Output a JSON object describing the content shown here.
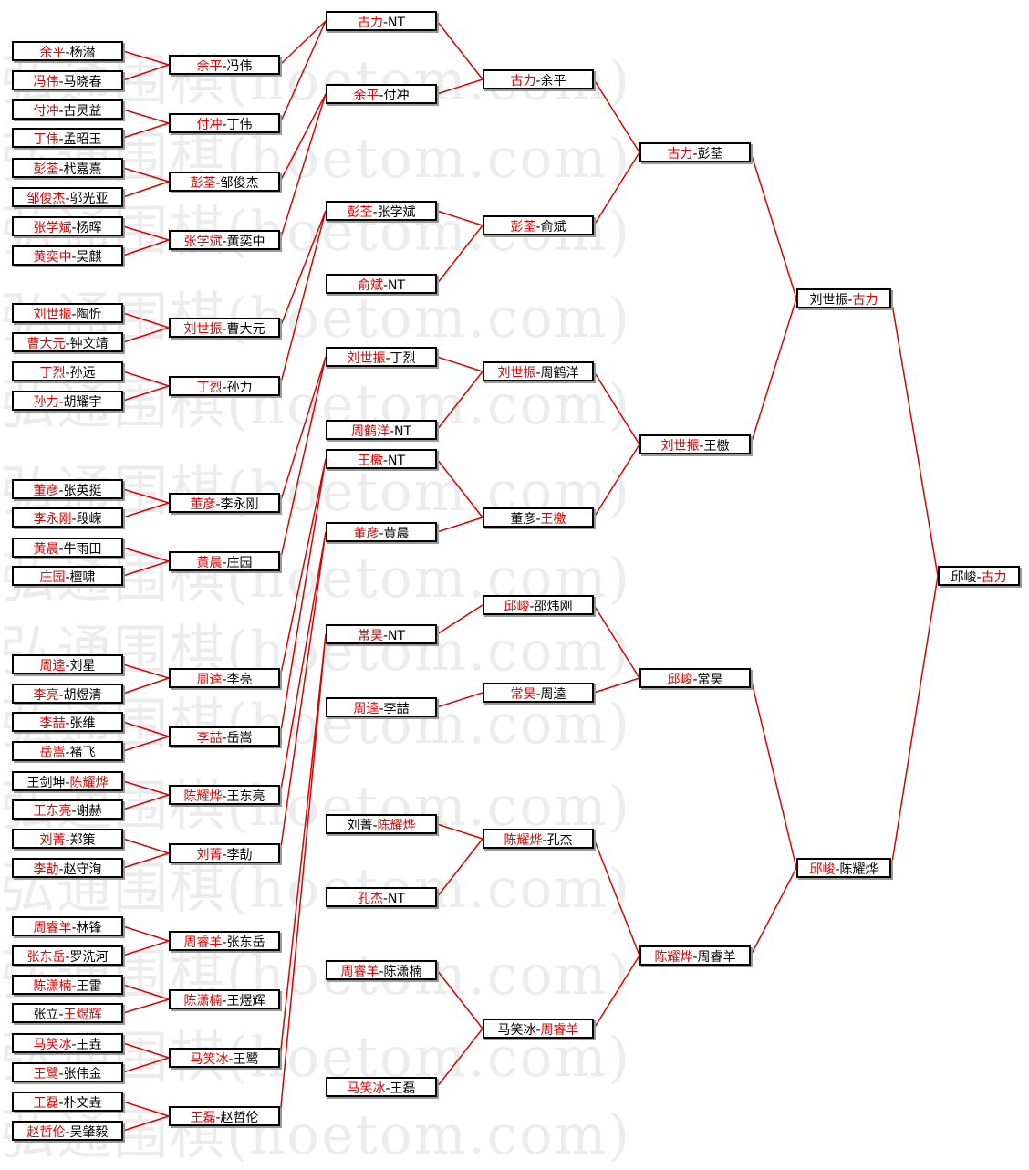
{
  "watermark": "弘通围棋(hoetom.com)",
  "colors": {
    "winner": "#e60000",
    "line": "#e00000"
  },
  "rounds": [
    [
      {
        "a": "余平",
        "b": "杨潜",
        "w": "a"
      },
      {
        "a": "冯伟",
        "b": "马晓春",
        "w": "a"
      },
      {
        "a": "付冲",
        "b": "古灵益",
        "w": "a"
      },
      {
        "a": "丁伟",
        "b": "孟昭玉",
        "w": "a"
      },
      {
        "a": "彭荃",
        "b": "杙嘉熹",
        "w": "a"
      },
      {
        "a": "邹俊杰",
        "b": "邬光亚",
        "w": "a"
      },
      {
        "a": "张学斌",
        "b": "杨晖",
        "w": "a"
      },
      {
        "a": "黄奕中",
        "b": "吴麒",
        "w": "a"
      },
      {
        "a": "刘世振",
        "b": "陶忻",
        "w": "a"
      },
      {
        "a": "曹大元",
        "b": "钟文靖",
        "w": "a"
      },
      {
        "a": "丁烈",
        "b": "孙远",
        "w": "a"
      },
      {
        "a": "孙力",
        "b": "胡耀宇",
        "w": "a"
      },
      null,
      null,
      null,
      null,
      {
        "a": "董彦",
        "b": "张英挺",
        "w": "a"
      },
      {
        "a": "李永刚",
        "b": "段嵘",
        "w": "a"
      },
      {
        "a": "黄晨",
        "b": "牛雨田",
        "w": "a"
      },
      {
        "a": "庄园",
        "b": "檀啸",
        "w": "a"
      },
      null,
      null,
      null,
      null,
      {
        "a": "周逵",
        "b": "刘星",
        "w": "a"
      },
      {
        "a": "李亮",
        "b": "胡煜清",
        "w": "a"
      },
      {
        "a": "李喆",
        "b": "张维",
        "w": "a"
      },
      {
        "a": "岳嵩",
        "b": "褚飞",
        "w": "a"
      },
      {
        "a": "王剑坤",
        "b": "陈耀烨",
        "w": "b"
      },
      {
        "a": "王东亮",
        "b": "谢赫",
        "w": "a"
      },
      {
        "a": "刘菁",
        "b": "郑策",
        "w": "a"
      },
      {
        "a": "李劼",
        "b": "赵守洵",
        "w": "a"
      },
      {
        "a": "周睿羊",
        "b": "林锋",
        "w": "a"
      },
      {
        "a": "张东岳",
        "b": "罗洗河",
        "w": "a"
      },
      {
        "a": "陈潇楠",
        "b": "王雷",
        "w": "a"
      },
      {
        "a": "张立",
        "b": "王煜辉",
        "w": "b"
      },
      {
        "a": "马笑冰",
        "b": "王垚",
        "w": "a"
      },
      {
        "a": "王鹭",
        "b": "张伟金",
        "w": "a"
      },
      {
        "a": "王磊",
        "b": "朴文垚",
        "w": "a"
      },
      {
        "a": "赵哲伦",
        "b": "吴肇毅",
        "w": "a"
      }
    ],
    [
      {
        "a": "余平",
        "b": "冯伟",
        "w": "a"
      },
      {
        "a": "付冲",
        "b": "丁伟",
        "w": "a"
      },
      {
        "a": "彭荃",
        "b": "邹俊杰",
        "w": "a"
      },
      {
        "a": "张学斌",
        "b": "黄奕中",
        "w": "a"
      },
      {
        "a": "刘世振",
        "b": "曹大元",
        "w": "a"
      },
      {
        "a": "丁烈",
        "b": "孙力",
        "w": "a"
      },
      null,
      null,
      {
        "a": "董彦",
        "b": "李永刚",
        "w": "a"
      },
      {
        "a": "黄晨",
        "b": "庄园",
        "w": "a"
      },
      null,
      null,
      {
        "a": "周逵",
        "b": "李亮",
        "w": "a"
      },
      {
        "a": "李喆",
        "b": "岳嵩",
        "w": "a"
      },
      {
        "a": "陈耀烨",
        "b": "王东亮",
        "w": "a"
      },
      {
        "a": "刘菁",
        "b": "李劼",
        "w": "a"
      },
      {
        "a": "周睿羊",
        "b": "张东岳",
        "w": "a"
      },
      {
        "a": "陈潇楠",
        "b": "王煜辉",
        "w": "a"
      },
      {
        "a": "马笑冰",
        "b": "王鹭",
        "w": "a"
      },
      {
        "a": "王磊",
        "b": "赵哲伦",
        "w": "a"
      }
    ],
    [
      {
        "a": "古力",
        "b": "NT",
        "w": "a"
      },
      {
        "a": "余平",
        "b": "付冲",
        "w": "a"
      },
      {
        "a": "彭荃",
        "b": "张学斌",
        "w": "a"
      },
      {
        "a": "俞斌",
        "b": "NT",
        "w": "a"
      },
      {
        "a": "刘世振",
        "b": "丁烈",
        "w": "a"
      },
      {
        "a": "周鹤洋",
        "b": "NT",
        "w": "a"
      },
      {
        "a": "王檄",
        "b": "NT",
        "w": "a"
      },
      {
        "a": "董彦",
        "b": "黄晨",
        "w": "a"
      },
      null,
      {
        "a": "常昊",
        "b": "NT",
        "w": "a"
      },
      {
        "a": "周逵",
        "b": "李喆",
        "w": "a"
      },
      null,
      {
        "a": "刘菁",
        "b": "陈耀烨",
        "w": "b"
      },
      {
        "a": "孔杰",
        "b": "NT",
        "w": "a"
      },
      {
        "a": "周睿羊",
        "b": "陈潇楠",
        "w": "a"
      },
      {
        "a": "马笑冰",
        "b": "王磊",
        "w": "a"
      }
    ],
    [
      {
        "a": "古力",
        "b": "余平",
        "w": "a"
      },
      {
        "a": "彭荃",
        "b": "俞斌",
        "w": "a"
      },
      {
        "a": "刘世振",
        "b": "周鹤洋",
        "w": "a"
      },
      {
        "a": "董彦",
        "b": "王檄",
        "w": "b"
      },
      {
        "a": "邱峻",
        "b": "邵炜刚",
        "w": "a"
      },
      {
        "a": "常昊",
        "b": "周逵",
        "w": "a"
      },
      {
        "a": "陈耀烨",
        "b": "孔杰",
        "w": "a"
      },
      {
        "a": "马笑冰",
        "b": "周睿羊",
        "w": "b"
      }
    ],
    [
      {
        "a": "古力",
        "b": "彭荃",
        "w": "a"
      },
      {
        "a": "刘世振",
        "b": "王檄",
        "w": "a"
      },
      {
        "a": "邱峻",
        "b": "常昊",
        "w": "a"
      },
      {
        "a": "陈耀烨",
        "b": "周睿羊",
        "w": "a"
      }
    ],
    [
      {
        "a": "刘世振",
        "b": "古力",
        "w": "b"
      },
      {
        "a": "邱峻",
        "b": "陈耀烨",
        "w": "a"
      }
    ],
    [
      {
        "a": "邱峻",
        "b": "古力",
        "w": "b"
      }
    ]
  ]
}
